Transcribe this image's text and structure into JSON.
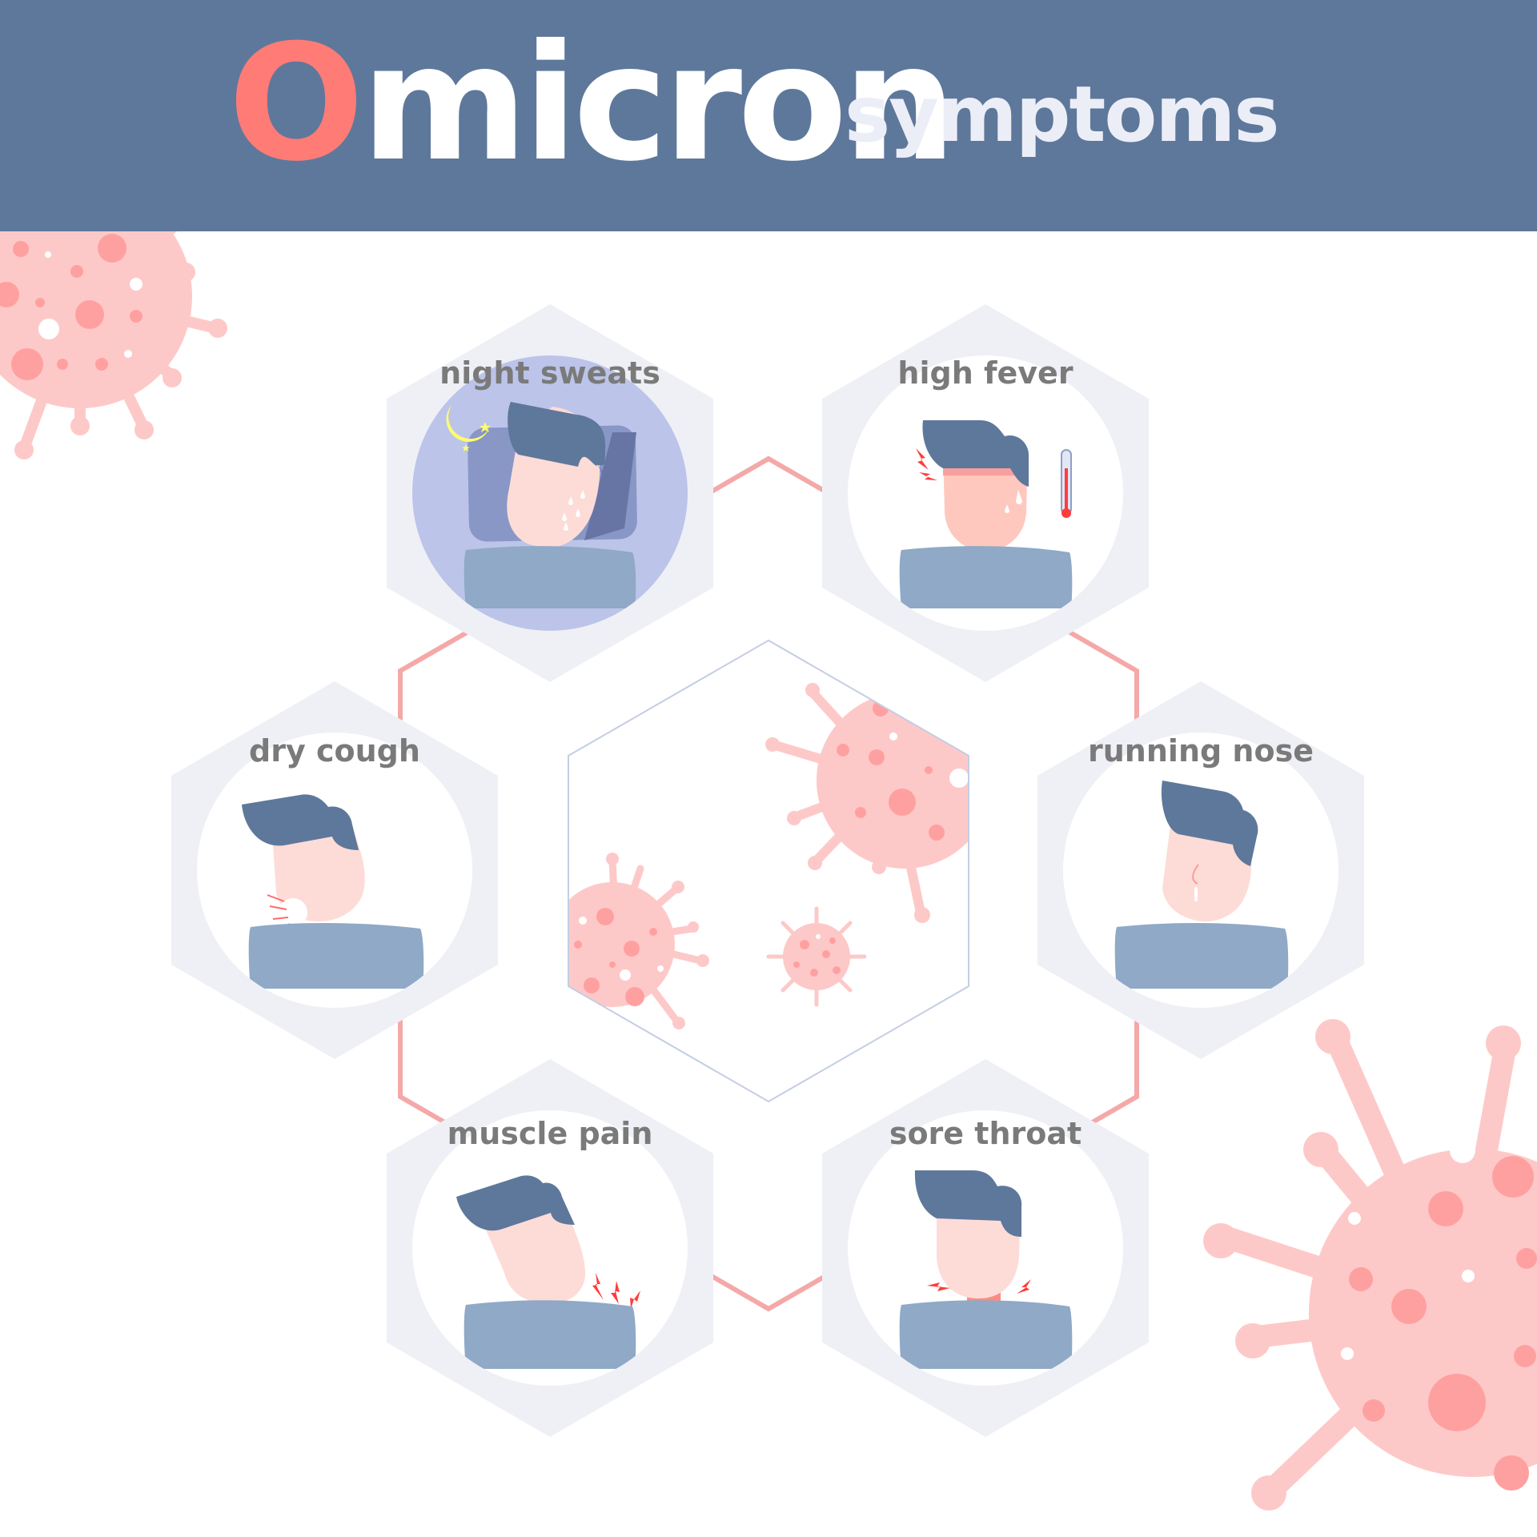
{
  "header": {
    "title_first_letter": "O",
    "title_rest": "micron",
    "subtitle": "symptoms"
  },
  "symptoms": [
    {
      "label": "night sweats",
      "icon": "night-sweats-icon"
    },
    {
      "label": "high fever",
      "icon": "high-fever-icon"
    },
    {
      "label": "dry cough",
      "icon": "dry-cough-icon"
    },
    {
      "label": "running nose",
      "icon": "running-nose-icon"
    },
    {
      "label": "muscle pain",
      "icon": "muscle-pain-icon"
    },
    {
      "label": "sore throat",
      "icon": "sore-throat-icon"
    }
  ],
  "colors": {
    "header_bg": "#5e789b",
    "accent_red": "#ff7b76",
    "hex_bg": "#eff0f6",
    "hair": "#5e789b",
    "shirt": "#8fa9c7",
    "skin": "#fddcd7",
    "virus": "#fdc9c8",
    "connector": "#f5a8a8"
  }
}
